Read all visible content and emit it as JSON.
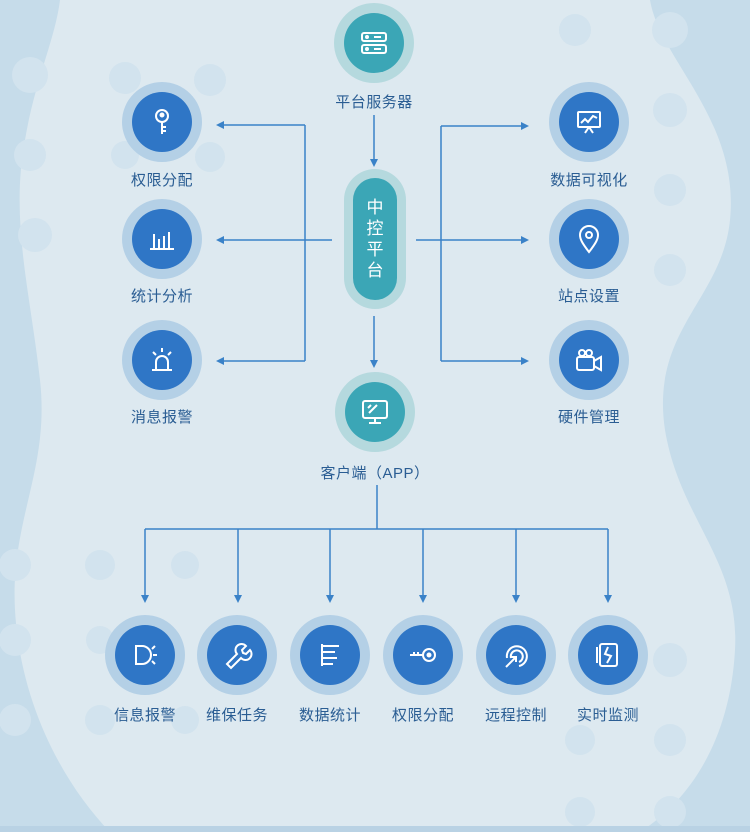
{
  "top_node": {
    "label": "平台服务器",
    "icon": "server-icon"
  },
  "center": {
    "chars": [
      "中",
      "控",
      "平",
      "台"
    ]
  },
  "client_node": {
    "label": "客户端（APP）",
    "icon": "monitor-icon"
  },
  "left_nodes": [
    {
      "label": "权限分配",
      "icon": "key-icon"
    },
    {
      "label": "统计分析",
      "icon": "bar-chart-icon"
    },
    {
      "label": "消息报警",
      "icon": "alarm-light-icon"
    }
  ],
  "right_nodes": [
    {
      "label": "数据可视化",
      "icon": "presentation-chart-icon"
    },
    {
      "label": "站点设置",
      "icon": "location-pin-icon"
    },
    {
      "label": "硬件管理",
      "icon": "video-camera-icon"
    }
  ],
  "bottom_nodes": [
    {
      "label": "信息报警",
      "icon": "headlight-icon"
    },
    {
      "label": "维保任务",
      "icon": "wrench-icon"
    },
    {
      "label": "数据统计",
      "icon": "stats-bars-icon"
    },
    {
      "label": "权限分配",
      "icon": "key-icon"
    },
    {
      "label": "远程控制",
      "icon": "remote-signal-icon"
    },
    {
      "label": "实时监测",
      "icon": "monitoring-icon"
    }
  ],
  "colors": {
    "primary": "#2f76c6",
    "teal": "#3ba6b6",
    "line": "#3a82c8",
    "text": "#2a5d93",
    "panel": "#dfeaf1"
  }
}
